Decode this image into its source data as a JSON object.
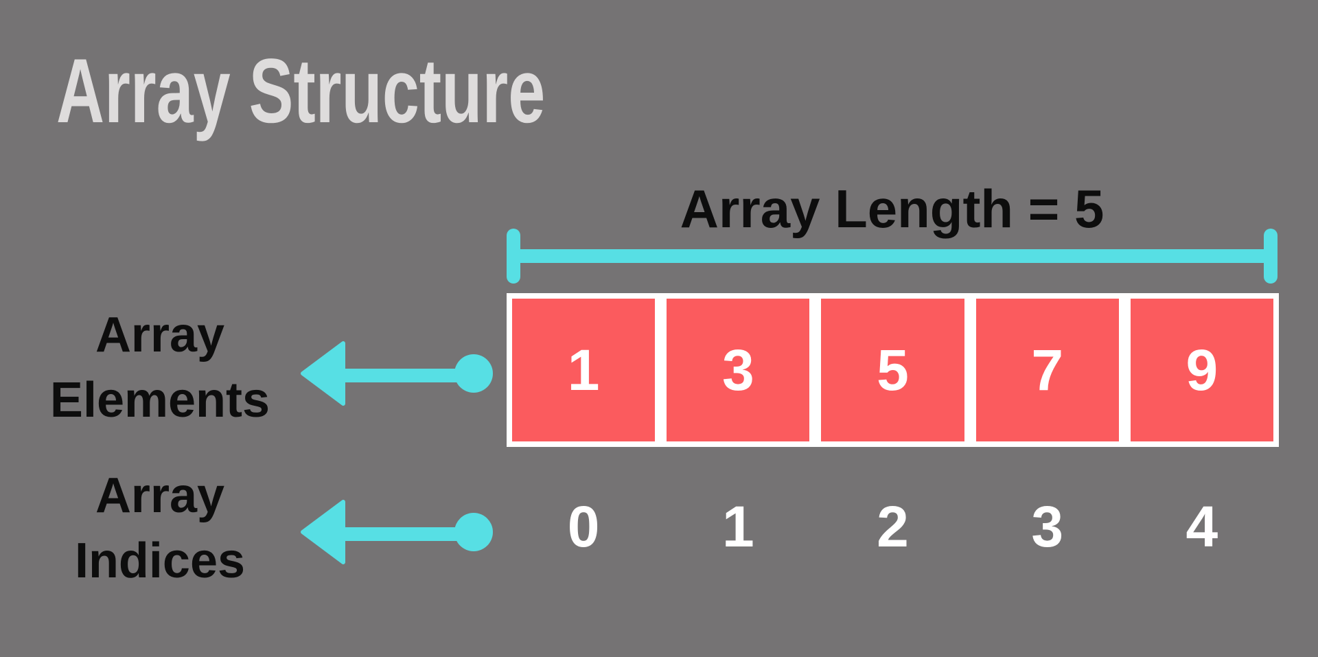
{
  "title": "Array Structure",
  "ruler": {
    "label": "Array Length = 5"
  },
  "array": {
    "cells": [
      "1",
      "3",
      "5",
      "7",
      "9"
    ],
    "indices": [
      "0",
      "1",
      "2",
      "3",
      "4"
    ]
  },
  "labels": {
    "elements": {
      "line1": "Array",
      "line2": "Elements"
    },
    "indices": {
      "line1": "Array",
      "line2": "Indices"
    }
  },
  "colors": {
    "background": "#757374",
    "cell_red": "#FB5B5E",
    "teal": "#57DFE4",
    "title_gray": "#DEDCDC",
    "text_black": "#0D0D0D",
    "white": "#FFFFFF"
  }
}
